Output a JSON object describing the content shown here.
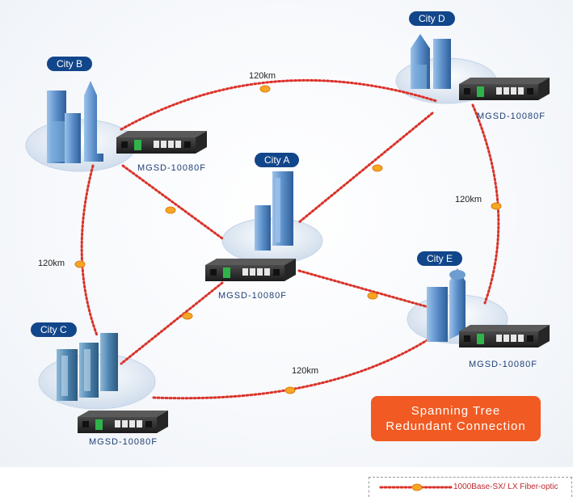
{
  "cities": {
    "a": "City A",
    "b": "City B",
    "c": "City C",
    "d": "City D",
    "e": "City E"
  },
  "devices": {
    "a": "MGSD-10080F",
    "b": "MGSD-10080F",
    "c": "MGSD-10080F",
    "d": "MGSD-10080F",
    "e": "MGSD-10080F"
  },
  "distances": {
    "b_d": "120km",
    "d_e": "120km",
    "b_c": "120km",
    "c_e": "120km"
  },
  "callout": {
    "line1": "Spanning Tree",
    "line2": "Redundant Connection"
  },
  "legend": {
    "fiber_label": "1000Base-SX/ LX Fiber-optic"
  },
  "colors": {
    "link": "#d9332a",
    "connector": "#f5a623",
    "city_label_bg": "#12468a",
    "callout_bg": "#f15a22",
    "building": "#5b8ec9",
    "switch": "#2b2b2b",
    "switch_led": "#2fb34a"
  }
}
